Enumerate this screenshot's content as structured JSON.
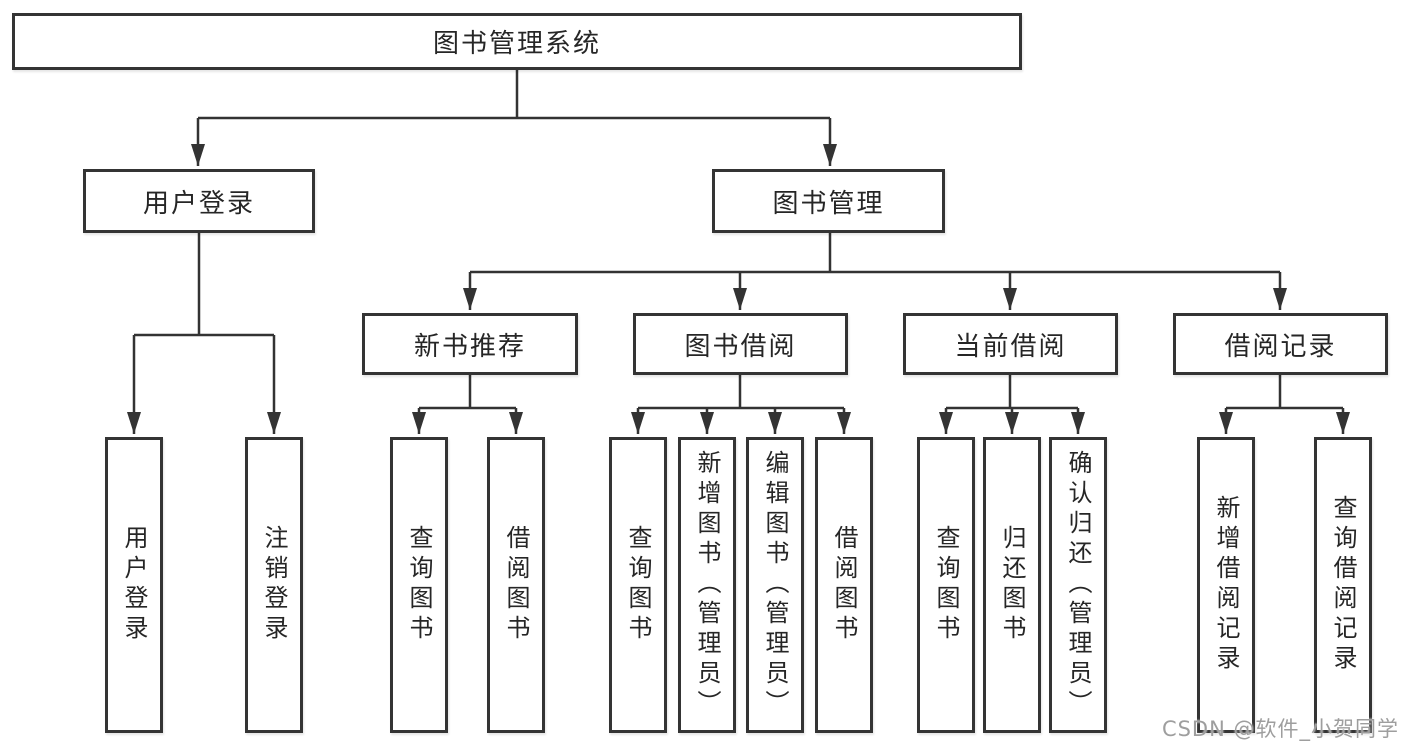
{
  "diagram": {
    "root": {
      "label": "图书管理系统"
    },
    "branches": [
      {
        "label": "用户登录",
        "children": [
          {
            "label": "用户登录"
          },
          {
            "label": "注销登录"
          }
        ]
      },
      {
        "label": "图书管理",
        "children": [
          {
            "label": "新书推荐",
            "children": [
              {
                "label": "查询图书"
              },
              {
                "label": "借阅图书"
              }
            ]
          },
          {
            "label": "图书借阅",
            "children": [
              {
                "label": "查询图书"
              },
              {
                "label": "新增图书（管理员）"
              },
              {
                "label": "编辑图书（管理员）"
              },
              {
                "label": "借阅图书"
              }
            ]
          },
          {
            "label": "当前借阅",
            "children": [
              {
                "label": "查询图书"
              },
              {
                "label": "归还图书"
              },
              {
                "label": "确认归还（管理员）"
              }
            ]
          },
          {
            "label": "借阅记录",
            "children": [
              {
                "label": "新增借阅记录"
              },
              {
                "label": "查询借阅记录"
              }
            ]
          }
        ]
      }
    ],
    "watermark": "CSDN @软件_小贺同学",
    "colors": {
      "line": "#333333",
      "border": "#343434",
      "text": "#262626",
      "watermark": "#9e9e9e",
      "background": "#ffffff"
    }
  }
}
